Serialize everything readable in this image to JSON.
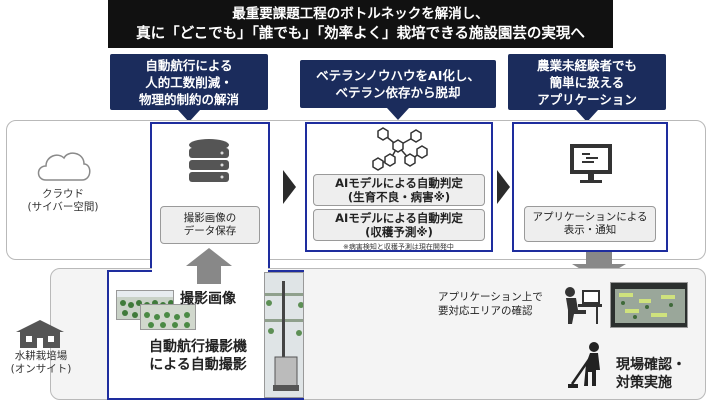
{
  "header": {
    "line1": "最重要課題工程のボトルネックを解消し、",
    "line2": "真に「どこでも」「誰でも」「効率よく」栽培できる施設園芸の実現へ"
  },
  "callouts": [
    {
      "text": "自動航行による\n人的工数削減・\n物理的制約の解消"
    },
    {
      "text": "ベテランノウハウをAI化し、\nベテラン依存から脱却"
    },
    {
      "text": "農業未経験者でも\n簡単に扱える\nアプリケーション"
    }
  ],
  "cloud": {
    "label": "クラウド\n(サイバー空間)",
    "storage": "撮影画像の\nデータ保存",
    "ai1": "AIモデルによる自動判定\n(生育不良・病害※)",
    "ai2": "AIモデルによる自動判定\n(収穫予測※)",
    "note": "※病害検知と収穫予測は現在開発中",
    "app": "アプリケーションによる\n表示・通知"
  },
  "onsite": {
    "label": "水耕栽培場\n(オンサイト)",
    "capture_label": "撮影画像",
    "auto_capture": "自動航行撮影機\nによる自動撮影",
    "confirm_text": "アプリケーション上で\n要対応エリアの確認",
    "field_action": "現場確認・\n対策実施"
  },
  "icons": {
    "cloud": "cloud-icon",
    "house": "house-icon",
    "database": "database-icon",
    "network": "ai-network-icon",
    "monitor": "monitor-icon",
    "worker_desk": "desk-worker-icon",
    "worker_field": "field-worker-icon"
  },
  "colors": {
    "header_bg": "#111111",
    "callout_bg": "#1b2c5c",
    "frame_blue": "#1e2d9e",
    "arrow_gray": "#888888"
  }
}
